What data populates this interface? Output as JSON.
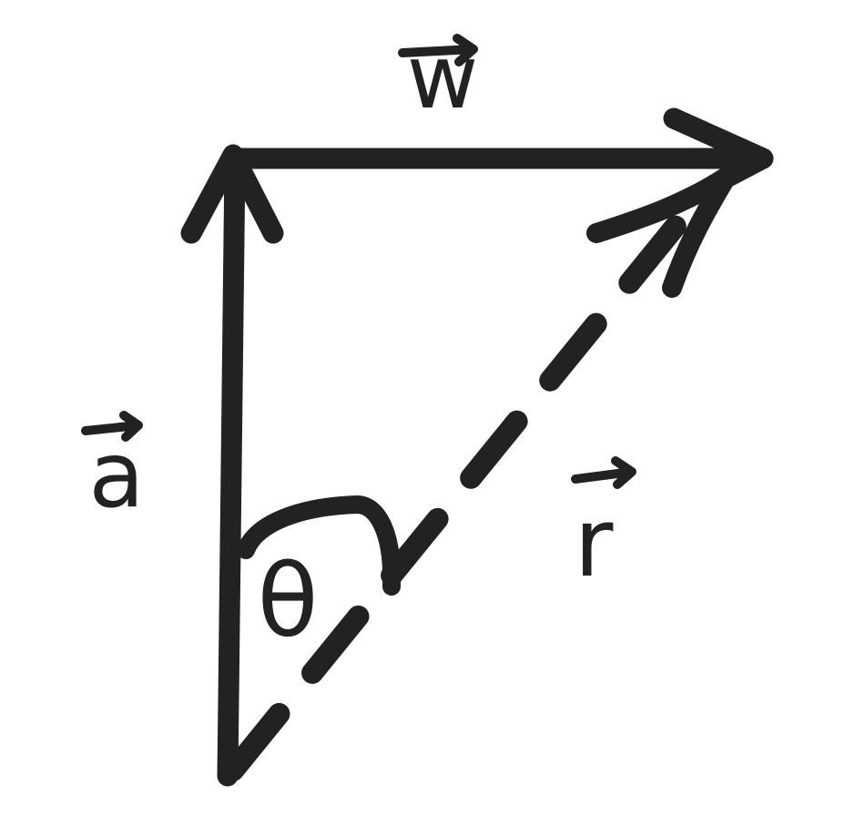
{
  "diagram": {
    "colors": {
      "background": "#ffffff",
      "ink": "#222222"
    },
    "vectors": [
      {
        "id": "a",
        "label": "a",
        "style": "solid"
      },
      {
        "id": "w",
        "label": "w",
        "style": "solid"
      },
      {
        "id": "r",
        "label": "r",
        "style": "dashed"
      }
    ],
    "angle": {
      "label": "θ"
    }
  }
}
